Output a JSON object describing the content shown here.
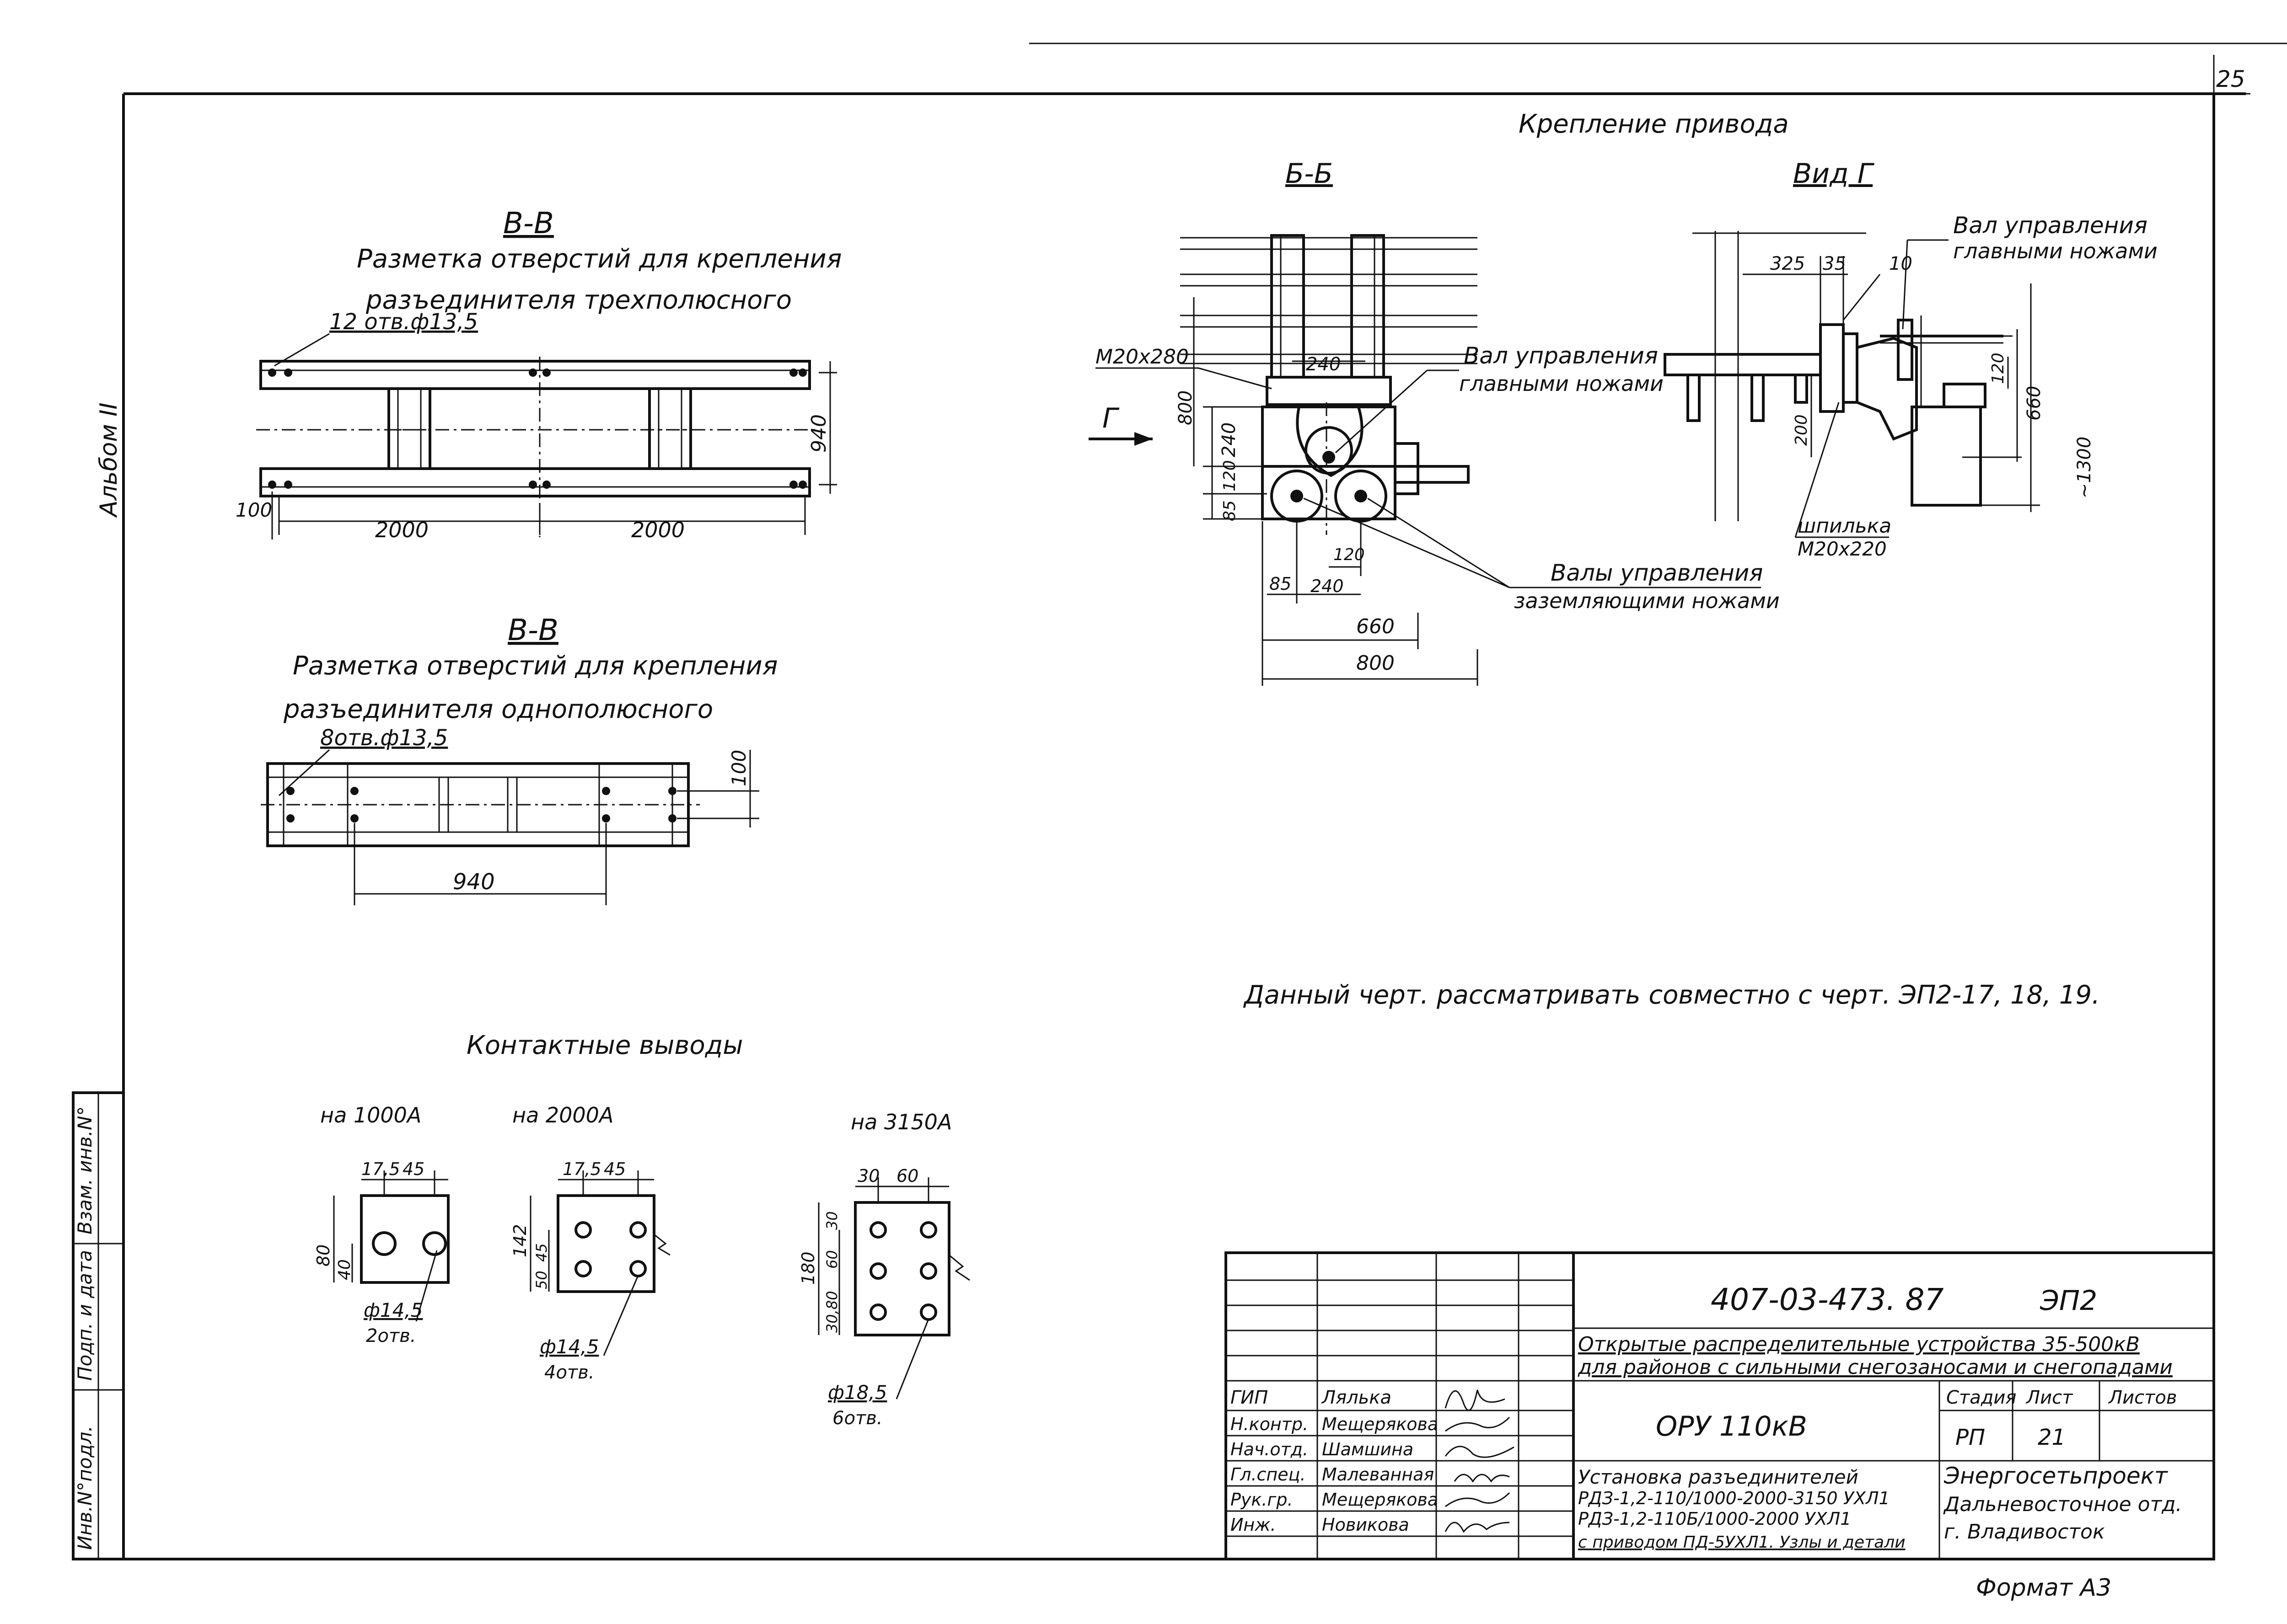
{
  "sheet": {
    "page_number": "25",
    "album_label": "Альбом II",
    "format_label": "Формат А3",
    "side_stamp": [
      "Инв.N°подл.",
      "Подп. и дата",
      "Взам. инв.N°"
    ]
  },
  "sections": {
    "vv1": {
      "title": "В-В",
      "subtitle1": "Разметка отверстий для крепления",
      "subtitle2": "разъединителя трехполюсного",
      "holes": "12 отв.ф13,5",
      "dim_left": "2000",
      "dim_right": "2000",
      "dim_100": "100",
      "dim_940": "940"
    },
    "vv2": {
      "title": "В-В",
      "subtitle1": "Разметка отверстий для крепления",
      "subtitle2": "разъединителя однополюсного",
      "holes": "8отв.ф13,5",
      "dim_940": "940",
      "dim_100": "100"
    },
    "drive": {
      "title": "Крепление привода",
      "bb_title": "Б-Б",
      "view_title": "Вид Г",
      "arrow_label": "Г",
      "bolt": "М20х280",
      "shaft_main": "Вал управления",
      "shaft_main2": "главными ножами",
      "shafts_ground": "Валы управления",
      "shafts_ground2": "заземляющими ножами",
      "dims": [
        "240",
        "800",
        "240",
        "120",
        "85",
        "120",
        "85",
        "240",
        "660",
        "800"
      ],
      "view_shaft": "Вал управления",
      "view_shaft2": "главными ножами",
      "view_dims": [
        "325",
        "35",
        "10",
        "200",
        "120",
        "660",
        "~1300"
      ],
      "stud": "шпилька",
      "stud2": "М20х220"
    },
    "note": "Данный черт. рассматривать совместно с черт. ЭП2-17, 18, 19.",
    "contacts": {
      "title": "Контактные выводы",
      "c1": {
        "label": "на 1000А",
        "d1": "17,5",
        "d2": "45",
        "h1": "80",
        "h2": "40",
        "hole": "ф14,5",
        "count": "2отв."
      },
      "c2": {
        "label": "на 2000А",
        "d1": "17,5",
        "d2": "45",
        "h1": "142",
        "h2": "50",
        "h3": "45",
        "hole": "ф14,5",
        "count": "4отв."
      },
      "c3": {
        "label": "на 3150А",
        "d1": "30",
        "d2": "60",
        "h1": "180",
        "h2": "30,80",
        "h3": "60",
        "h4": "30",
        "hole": "ф18,5",
        "count": "6отв."
      }
    }
  },
  "title_block": {
    "code": "407-03-473. 87",
    "sheet_code": "ЭП2",
    "project1": "Открытые распределительные устройства 35-500кВ",
    "project2": "для районов с сильными снегозаносами и снегопадами",
    "object": "ОРУ 110кВ",
    "stage_h": "Стадия",
    "sheet_h": "Лист",
    "sheets_h": "Листов",
    "stage": "РП",
    "sheet": "21",
    "desc1": "Установка разъединителей",
    "desc2": "РДЗ-1,2-110/1000-2000-3150 УХЛ1",
    "desc3": "РДЗ-1,2-110Б/1000-2000 УХЛ1",
    "desc4": "с приводом ПД-5УХЛ1. Узлы и детали",
    "org1": "Энергосетьпроект",
    "org2": "Дальневосточное отд.",
    "org3": "г. Владивосток",
    "people": [
      {
        "role": "ГИП",
        "name": "Лялька"
      },
      {
        "role": "Н.контр.",
        "name": "Мещерякова"
      },
      {
        "role": "Нач.отд.",
        "name": "Шамшина"
      },
      {
        "role": "Гл.спец.",
        "name": "Малеванная"
      },
      {
        "role": "Рук.гр.",
        "name": "Мещерякова"
      },
      {
        "role": "Инж.",
        "name": "Новикова"
      }
    ]
  }
}
